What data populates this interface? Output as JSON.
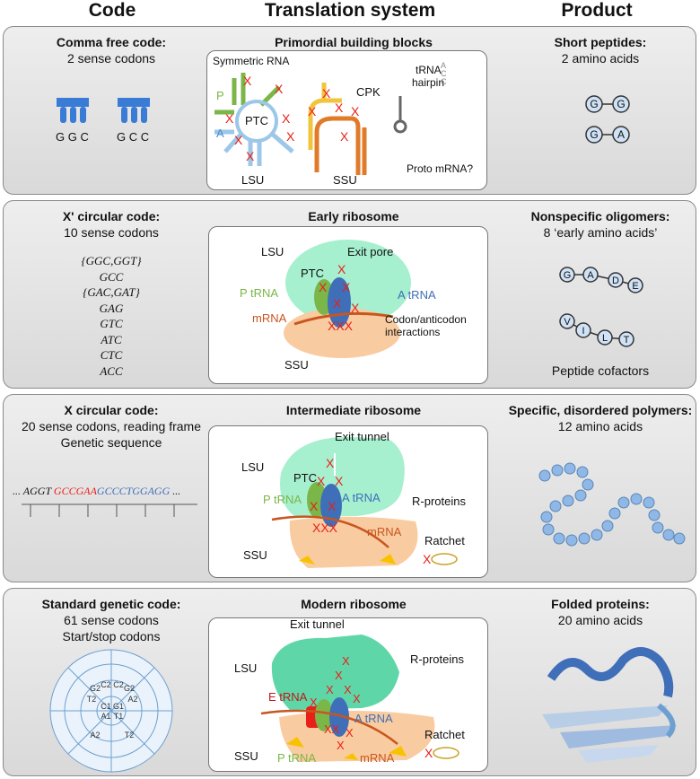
{
  "headers": {
    "code": "Code",
    "translation": "Translation system",
    "product": "Product"
  },
  "rows": [
    {
      "code_title": "Comma free code:",
      "code_sub": "2 sense codons",
      "codon_labels": [
        "G G C",
        "G C C"
      ],
      "trans_title": "Primordial building blocks",
      "labels": {
        "sym": "Symmetric RNA",
        "p": "P",
        "a": "A",
        "ptc": "PTC",
        "lsu": "LSU",
        "ssu": "SSU",
        "cpk": "CPK",
        "trna": "tRNA",
        "hairpin": "hairpin",
        "proto": "Proto mRNA?",
        "acc": "A C C"
      },
      "prod_title": "Short peptides:",
      "prod_sub": "2 amino acids",
      "peptides": [
        [
          "G",
          "G"
        ],
        [
          "G",
          "A"
        ]
      ]
    },
    {
      "code_title": "X' circular code:",
      "code_sub": "10 sense codons",
      "codons": [
        "{GGC,GGT}",
        "GCC",
        "{GAC,GAT}",
        "GAG",
        "GTC",
        "ATC",
        "CTC",
        "ACC"
      ],
      "trans_title": "Early ribosome",
      "labels": {
        "lsu": "LSU",
        "exit": "Exit pore",
        "ptc": "PTC",
        "ptrna": "P tRNA",
        "atrna": "A tRNA",
        "mrna": "mRNA",
        "codon1": "Codon/anticodon",
        "codon2": "interactions",
        "ssu": "SSU"
      },
      "prod_title": "Nonspecific oligomers:",
      "prod_sub": "8 ‘early amino acids’",
      "peptide_a": [
        "G",
        "A",
        "D",
        "E"
      ],
      "peptide_b": [
        "V",
        "I",
        "L",
        "T"
      ],
      "prod_foot": "Peptide cofactors"
    },
    {
      "code_title": "X circular code:",
      "code_sub": "20 sense codons, reading frame",
      "code_sub2": "Genetic sequence",
      "seq": {
        "pre": "... AGGT ",
        "red": "GCCGAA",
        "blue": "GCCCTGGAGG",
        "post": " ..."
      },
      "trans_title": "Intermediate ribosome",
      "labels": {
        "exit": "Exit tunnel",
        "lsu": "LSU",
        "ptc": "PTC",
        "ptrna": "P tRNA",
        "atrna": "A tRNA",
        "rprot": "R-proteins",
        "mrna": "mRNA",
        "ssu": "SSU",
        "ratchet": "Ratchet"
      },
      "prod_title": "Specific, disordered polymers:",
      "prod_sub": "12 amino acids"
    },
    {
      "code_title": "Standard genetic code:",
      "code_sub": "61 sense codons",
      "code_sub2": "Start/stop codons",
      "wheel_inner": [
        "C1",
        "G1",
        "A1",
        "T1"
      ],
      "wheel_mid": [
        "G2",
        "C2",
        "C2",
        "G2",
        "T2",
        "A2",
        "A2",
        "T2"
      ],
      "trans_title": "Modern ribosome",
      "labels": {
        "exit": "Exit tunnel",
        "rprot": "R-proteins",
        "lsu": "LSU",
        "etrna": "E tRNA",
        "atrna": "A tRNA",
        "ptrna": "P tRNA",
        "mrna": "mRNA",
        "ssu": "SSU",
        "ratchet": "Ratchet"
      },
      "prod_title": "Folded proteins:",
      "prod_sub": "20 amino acids"
    }
  ],
  "colors": {
    "red_x": "#e8201a",
    "green": "#7ab648",
    "blue": "#3f6fb8",
    "orange": "#e07b2a",
    "lsu": "#a6f0cf",
    "ssu": "#f9cba0",
    "bead": "#8fb8e6"
  }
}
